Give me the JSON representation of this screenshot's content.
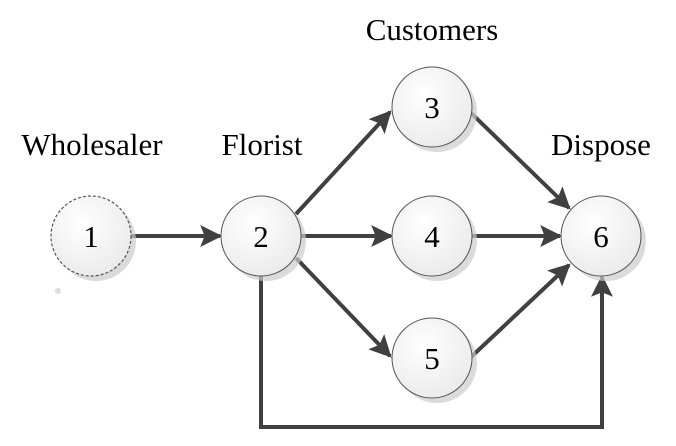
{
  "diagram": {
    "type": "flow-network",
    "stage_labels": [
      {
        "id": "wholesaler",
        "text": "Wholesaler"
      },
      {
        "id": "florist",
        "text": "Florist"
      },
      {
        "id": "customers",
        "text": "Customers"
      },
      {
        "id": "dispose",
        "text": "Dispose"
      }
    ],
    "nodes": [
      {
        "id": "1",
        "label": "1",
        "stage": "Wholesaler",
        "style": "dashed"
      },
      {
        "id": "2",
        "label": "2",
        "stage": "Florist",
        "style": "solid"
      },
      {
        "id": "3",
        "label": "3",
        "stage": "Customers",
        "style": "solid"
      },
      {
        "id": "4",
        "label": "4",
        "stage": "Customers",
        "style": "solid"
      },
      {
        "id": "5",
        "label": "5",
        "stage": "Customers",
        "style": "solid"
      },
      {
        "id": "6",
        "label": "6",
        "stage": "Dispose",
        "style": "solid"
      }
    ],
    "edges": [
      {
        "from": "1",
        "to": "2"
      },
      {
        "from": "2",
        "to": "3"
      },
      {
        "from": "2",
        "to": "4"
      },
      {
        "from": "2",
        "to": "5"
      },
      {
        "from": "3",
        "to": "6"
      },
      {
        "from": "4",
        "to": "6"
      },
      {
        "from": "5",
        "to": "6"
      },
      {
        "from": "2",
        "to": "6",
        "routing": "bottom-loop"
      }
    ],
    "colors": {
      "edge": "#404040",
      "node_fill_top": "#ffffff",
      "node_fill_bottom": "#eeeeee",
      "node_stroke": "#555555",
      "shadow": "#c8c8c8"
    }
  }
}
